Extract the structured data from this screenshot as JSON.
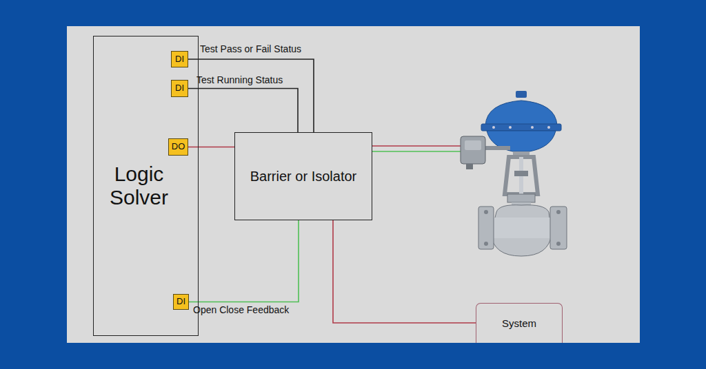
{
  "diagram": {
    "nodes": [
      {
        "text": [
          "Logic Solver"
        ]
      },
      {
        "text": [
          "DI"
        ],
        "in": 0
      },
      {
        "text": [
          "DI"
        ],
        "in": 0
      },
      {
        "text": [
          "DO"
        ],
        "in": 0
      },
      {
        "text": [
          "DI"
        ],
        "in": 0
      },
      {
        "text": [
          "Barrier or Isolator"
        ]
      },
      {
        "text": [
          "System"
        ]
      }
    ],
    "edges": [
      {
        "from": 1,
        "to": 5,
        "label": "Test Pass or Fail Status",
        "arrow": "none"
      },
      {
        "from": 2,
        "to": 5,
        "label": "Test Running Status",
        "arrow": "none"
      },
      {
        "from": 3,
        "to": 5,
        "arrow": "none"
      },
      {
        "from": 5,
        "to": 4,
        "label": "Open Close Feedback",
        "arrow": "none"
      },
      {
        "from": 5,
        "to": 6,
        "arrow": "none"
      }
    ]
  }
}
